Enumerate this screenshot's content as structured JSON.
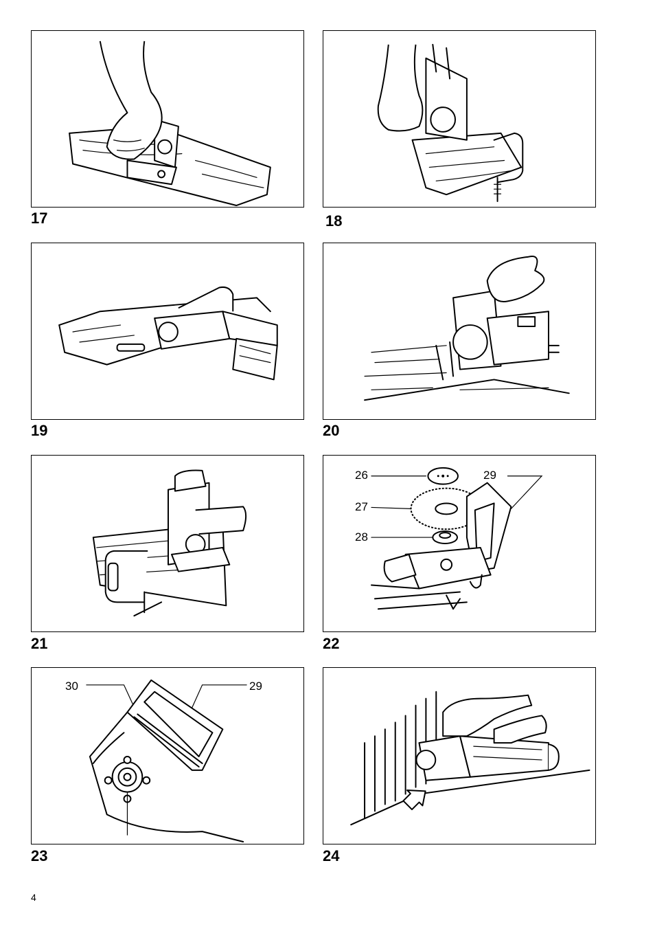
{
  "figures": [
    {
      "number": "17"
    },
    {
      "number": "18"
    },
    {
      "number": "19"
    },
    {
      "number": "20"
    },
    {
      "number": "21"
    },
    {
      "number": "22",
      "callouts": [
        "26",
        "27",
        "28",
        "29"
      ]
    },
    {
      "number": "23",
      "callouts": [
        "30",
        "29"
      ]
    },
    {
      "number": "24"
    }
  ],
  "page_number": "4"
}
